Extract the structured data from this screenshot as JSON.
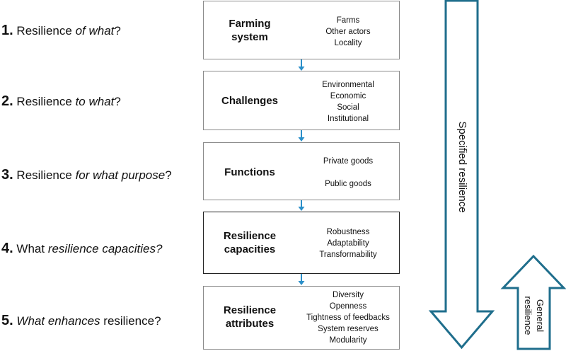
{
  "questions": [
    {
      "num": "1.",
      "pre": " Resilience ",
      "emph": "of what",
      "post": "?"
    },
    {
      "num": "2.",
      "pre": " Resilience ",
      "emph": "to what",
      "post": "?"
    },
    {
      "num": "3.",
      "pre": " Resilience ",
      "emph": "for what purpose",
      "post": "?"
    },
    {
      "num": "4.",
      "pre": " What ",
      "emph": "resilience capacities?",
      "post": ""
    },
    {
      "num": "5.",
      "pre": " ",
      "emph": "What enhances",
      "post": " resilience?"
    }
  ],
  "boxes": [
    {
      "title": [
        "Farming",
        "system"
      ],
      "items": [
        "Farms",
        "Other actors",
        "Locality"
      ]
    },
    {
      "title": [
        "Challenges"
      ],
      "items": [
        "Environmental",
        "Economic",
        "Social",
        "Institutional"
      ]
    },
    {
      "title": [
        "Functions"
      ],
      "items": [
        "Private goods",
        "",
        "Public goods"
      ]
    },
    {
      "title": [
        "Resilience",
        "capacities"
      ],
      "items": [
        "Robustness",
        "Adaptability",
        "Transformability"
      ]
    },
    {
      "title": [
        "Resilience",
        "attributes"
      ],
      "items": [
        "Diversity",
        "Openness",
        "Tightness of feedbacks",
        "System reserves",
        "Modularity"
      ]
    }
  ],
  "arrows": {
    "down_label": "Specified resilience",
    "up_label_line1": "General",
    "up_label_line2": "resilience",
    "color": "#1f6e8c",
    "connector_color": "#2a8fc9"
  }
}
